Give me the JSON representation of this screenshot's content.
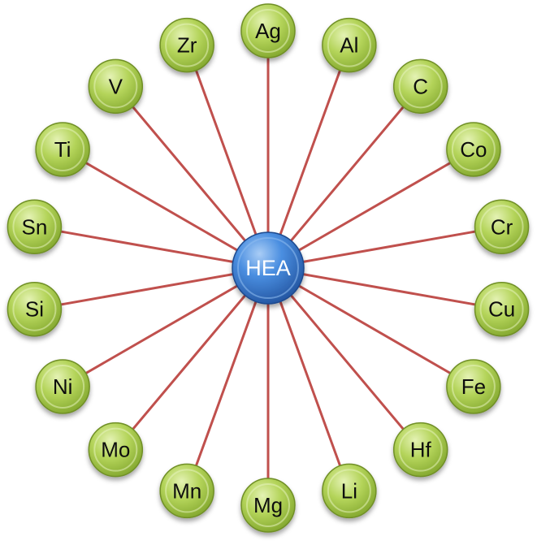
{
  "center": {
    "label": "HEA",
    "color": "#2e6fc4"
  },
  "node_color": "#9bc23c",
  "line_color": "#c0504d",
  "elements": [
    {
      "label": "Ag"
    },
    {
      "label": "Al"
    },
    {
      "label": "C"
    },
    {
      "label": "Co"
    },
    {
      "label": "Cr"
    },
    {
      "label": "Cu"
    },
    {
      "label": "Fe"
    },
    {
      "label": "Hf"
    },
    {
      "label": "Li"
    },
    {
      "label": "Mg"
    },
    {
      "label": "Mn"
    },
    {
      "label": "Mo"
    },
    {
      "label": "Ni"
    },
    {
      "label": "Si"
    },
    {
      "label": "Sn"
    },
    {
      "label": "Ti"
    },
    {
      "label": "V"
    },
    {
      "label": "Zr"
    }
  ]
}
